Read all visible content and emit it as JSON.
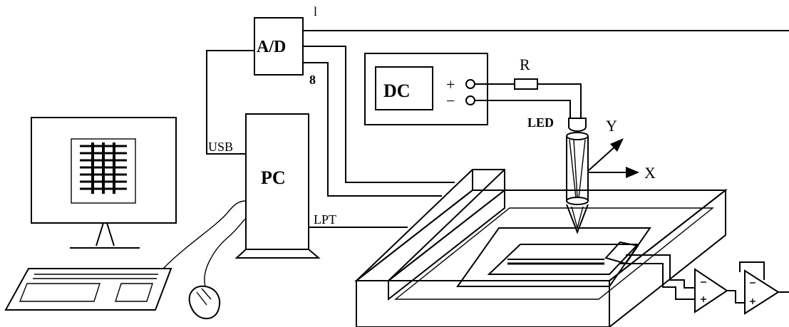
{
  "labels": {
    "ad": "A/D",
    "pc": "PC",
    "usb": "USB",
    "lpt": "LPT",
    "dc": "DC",
    "plus": "+",
    "minus": "−",
    "resistor": "R",
    "led": "LED",
    "axis_y": "Y",
    "axis_x": "X",
    "pin_top": "l",
    "pin_bottom": "8"
  },
  "colors": {
    "line": "#000000",
    "background": "#ffffff"
  }
}
